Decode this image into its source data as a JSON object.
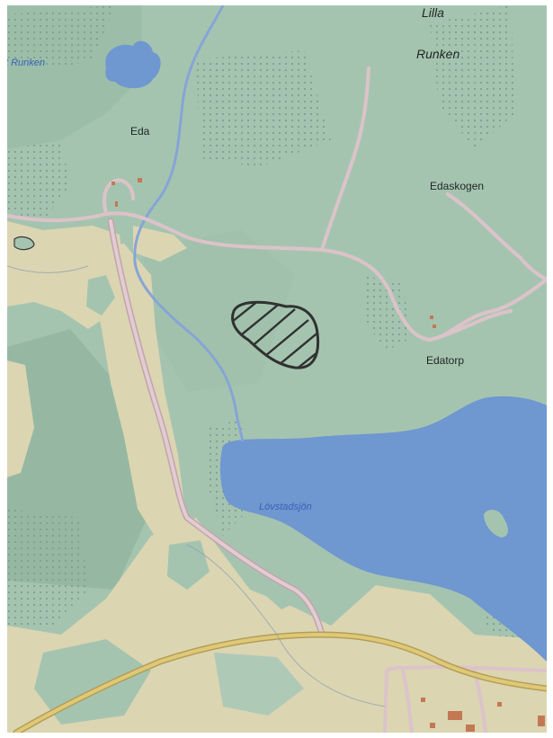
{
  "map": {
    "labels": {
      "runken_west": "t Runken",
      "lilla": "Lilla",
      "runken": "Runken",
      "eda": "Eda",
      "edaskogen": "Edaskogen",
      "edatorp": "Edatorp",
      "lovstadsjon": "Lövstadsjön"
    },
    "colors": {
      "forest": "#a9c9b4",
      "forest_dense": "#98bca4",
      "open_land": "#e3dcb6",
      "water": "#6e98d6",
      "water_label": "#3a62b8",
      "road_minor": "#e4c8cf",
      "road_major": "#e8cf78",
      "road_casing": "#c9a6b0",
      "buildings": "#c8784f",
      "marked_area": "#2a2a2a"
    }
  }
}
